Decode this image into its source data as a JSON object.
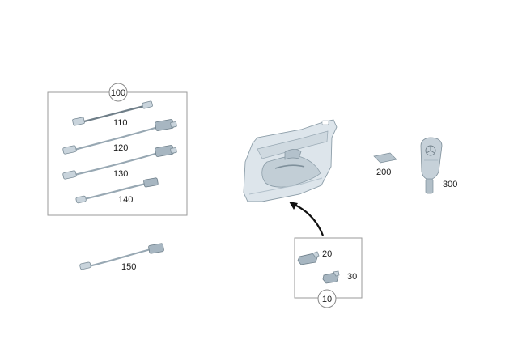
{
  "groups": {
    "group_100": "100",
    "group_10": "10"
  },
  "parts": {
    "p110": "110",
    "p120": "120",
    "p130": "130",
    "p140": "140",
    "p150": "150",
    "p200": "200",
    "p300": "300",
    "p20": "20",
    "p30": "30"
  },
  "colors": {
    "part_fill": "#c9d4dc",
    "part_stroke": "#7d8e99",
    "cable_light": "#98a8b3",
    "cable_dark": "#6f7e88",
    "frame": "#9a9a9a"
  }
}
